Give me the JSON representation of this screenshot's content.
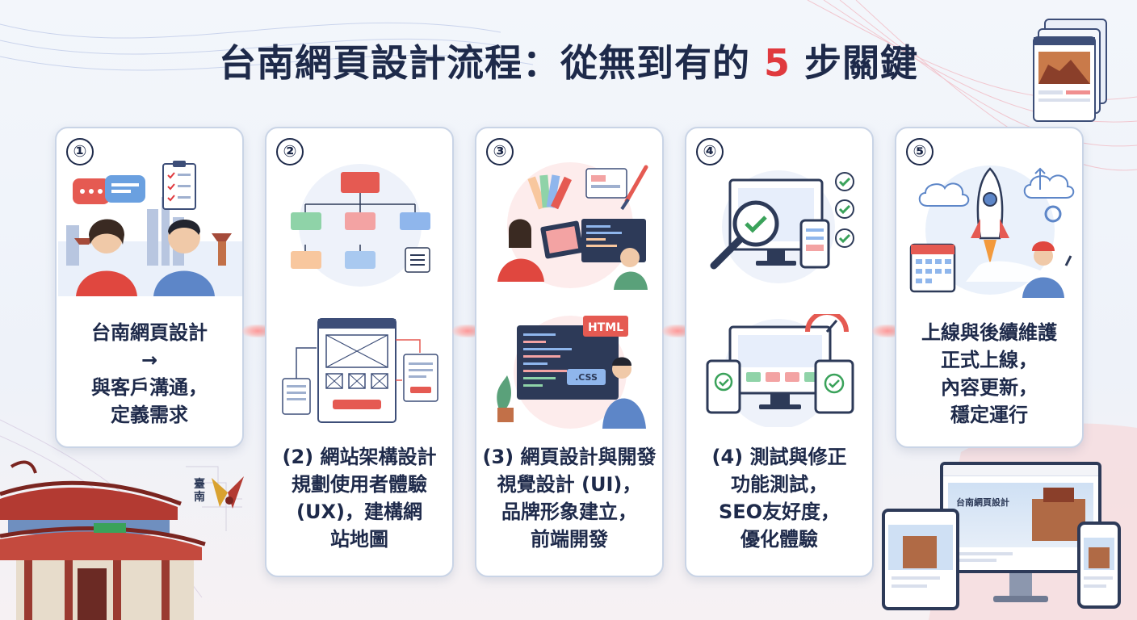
{
  "title": {
    "prefix": "台南網頁設計流程：從無到有的 ",
    "number": "5",
    "suffix": " 步關鍵"
  },
  "colors": {
    "accent": "#e0393e",
    "navy": "#1e2a4a",
    "card_border": "#c9d4e6"
  },
  "steps": [
    {
      "badge": "①",
      "heading": "台南網頁設計",
      "arrow": "→",
      "lines": [
        "與客戶溝通，",
        "定義需求"
      ]
    },
    {
      "badge": "②",
      "heading": "(2) 網站架構設計",
      "lines": [
        "規劃使用者體驗",
        "(UX)，建構網",
        "站地圖"
      ]
    },
    {
      "badge": "③",
      "heading": "(3) 網頁設計與開發",
      "lines": [
        "視覺設計 (UI)，",
        "品牌形象建立，",
        "前端開發"
      ],
      "screen_tag": "HTML",
      "css_tag": ".CSS"
    },
    {
      "badge": "④",
      "heading": "(4) 測試與修正",
      "lines": [
        "功能測試，",
        "SEO友好度，",
        "優化體驗"
      ]
    },
    {
      "badge": "⑤",
      "heading": "上線與後續維護",
      "lines": [
        "正式上線，",
        "內容更新，",
        "穩定運行"
      ]
    }
  ],
  "logo": {
    "text": "臺南"
  },
  "devices": {
    "site_title": "台南網頁設計"
  }
}
